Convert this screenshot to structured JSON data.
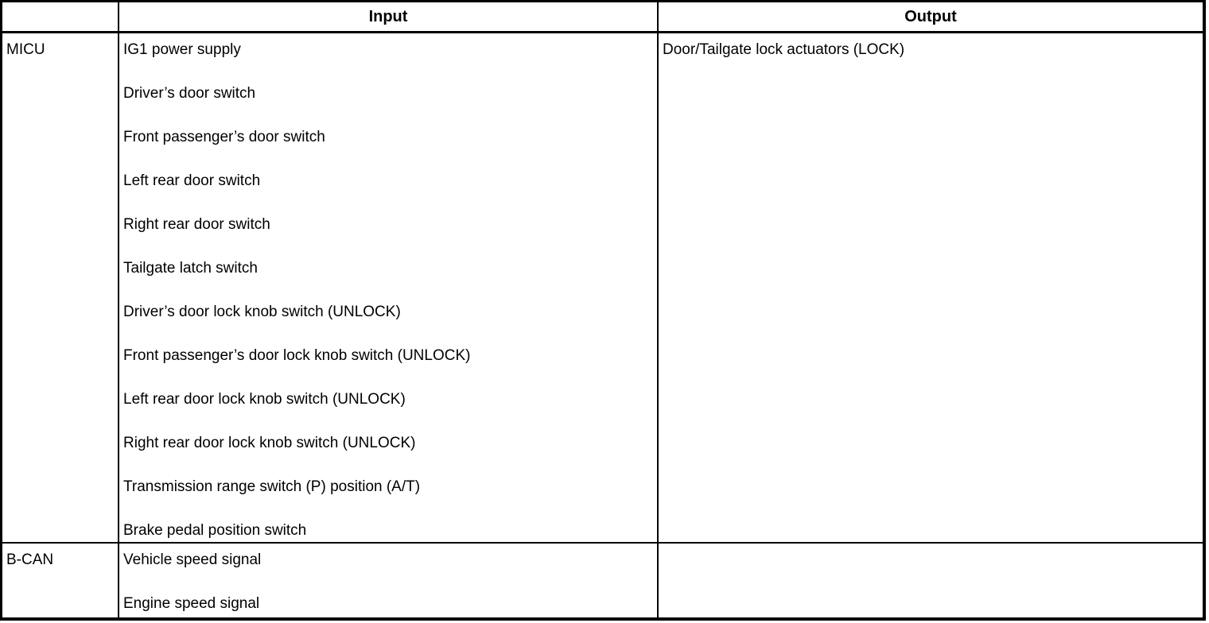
{
  "table": {
    "headers": {
      "corner": "",
      "input": "Input",
      "output": "Output"
    },
    "rows": [
      {
        "source": "MICU",
        "inputs": [
          "IG1 power supply",
          "Driver’s door switch",
          "Front passenger’s door switch",
          "Left rear door switch",
          "Right rear door switch",
          "Tailgate latch switch",
          "Driver’s door lock knob switch (UNLOCK)",
          "Front passenger’s door lock knob switch (UNLOCK)",
          "Left rear door lock knob switch (UNLOCK)",
          "Right rear door lock knob switch (UNLOCK)",
          "Transmission range switch (P) position (A/T)",
          "Brake pedal position switch"
        ],
        "outputs": [
          "Door/Tailgate lock actuators (LOCK)"
        ]
      },
      {
        "source": "B-CAN",
        "inputs": [
          "Vehicle speed signal",
          "Engine speed signal"
        ],
        "outputs": []
      }
    ]
  },
  "colors": {
    "border": "#000000",
    "background": "#ffffff",
    "text": "#000000"
  }
}
